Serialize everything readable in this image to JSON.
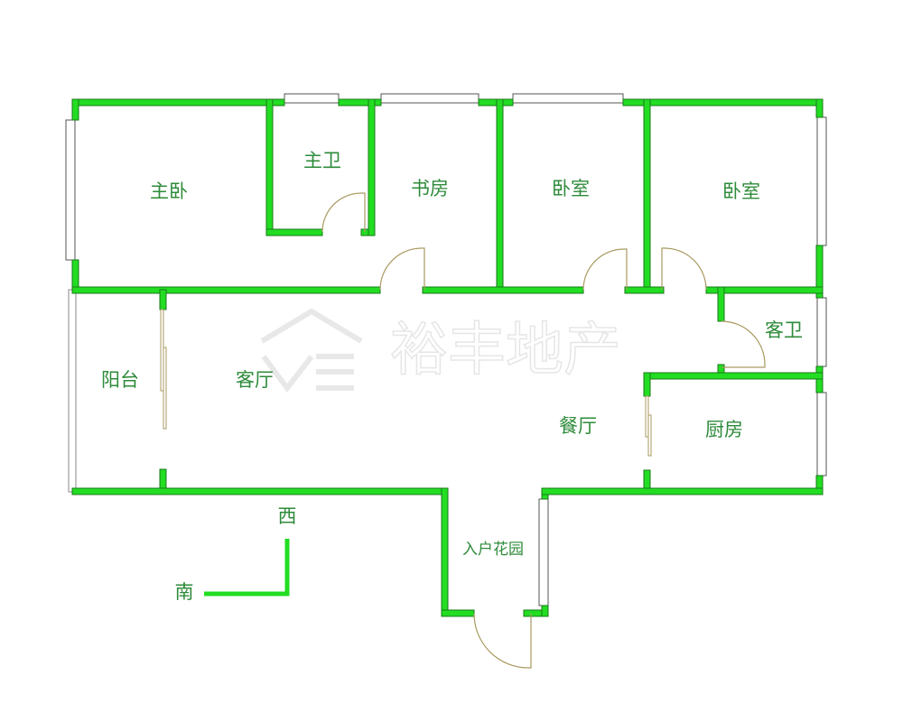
{
  "plan": {
    "rooms": {
      "master_bedroom": "主卧",
      "master_bath": "主卫",
      "study": "书房",
      "bedroom_1": "卧室",
      "bedroom_2": "卧室",
      "guest_bath": "客卫",
      "balcony": "阳台",
      "living_room": "客厅",
      "dining_room": "餐厅",
      "kitchen": "厨房",
      "entry_garden": "入户花园"
    },
    "compass": {
      "west": "西",
      "south": "南"
    },
    "watermark": "裕丰地产",
    "colors": {
      "wall": "#22dd22",
      "label": "#2e8b3a",
      "door": "#a89a60"
    }
  }
}
